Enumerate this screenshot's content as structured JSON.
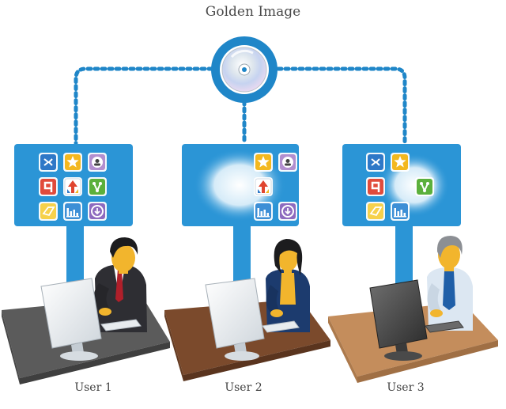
{
  "title": "Golden Image",
  "disc": {
    "icon": "cd-disc-icon"
  },
  "panels": [
    {
      "name": "panel-user-1",
      "apps": [
        "collapse-icon",
        "star-icon",
        "user-badge-icon",
        "q-icon",
        "arrows-icon",
        "v-icon",
        "tag-icon",
        "bars-icon",
        "download-icon"
      ]
    },
    {
      "name": "panel-user-2",
      "apps": [
        "",
        "star-icon",
        "user-badge-icon",
        "",
        "arrows-icon",
        "",
        "",
        "bars-icon",
        "download-icon"
      ]
    },
    {
      "name": "panel-user-3",
      "apps": [
        "collapse-icon",
        "star-icon",
        "",
        "q-icon",
        "",
        "v-icon",
        "tag-icon",
        "bars-icon",
        ""
      ]
    }
  ],
  "users": [
    {
      "label": "User 1",
      "desk_color": "#5b5b5b",
      "figure": "man-dark-suit"
    },
    {
      "label": "User 2",
      "desk_color": "#7b4a2c",
      "figure": "woman-navy-jacket"
    },
    {
      "label": "User 3",
      "desk_color": "#c48d5c",
      "figure": "man-grey-hair-shirt"
    }
  ],
  "colors": {
    "panel": "#2b95d6",
    "connector": "#1f86c8",
    "disc_ring": "#1f86c8",
    "title": "#4a4a4a"
  }
}
